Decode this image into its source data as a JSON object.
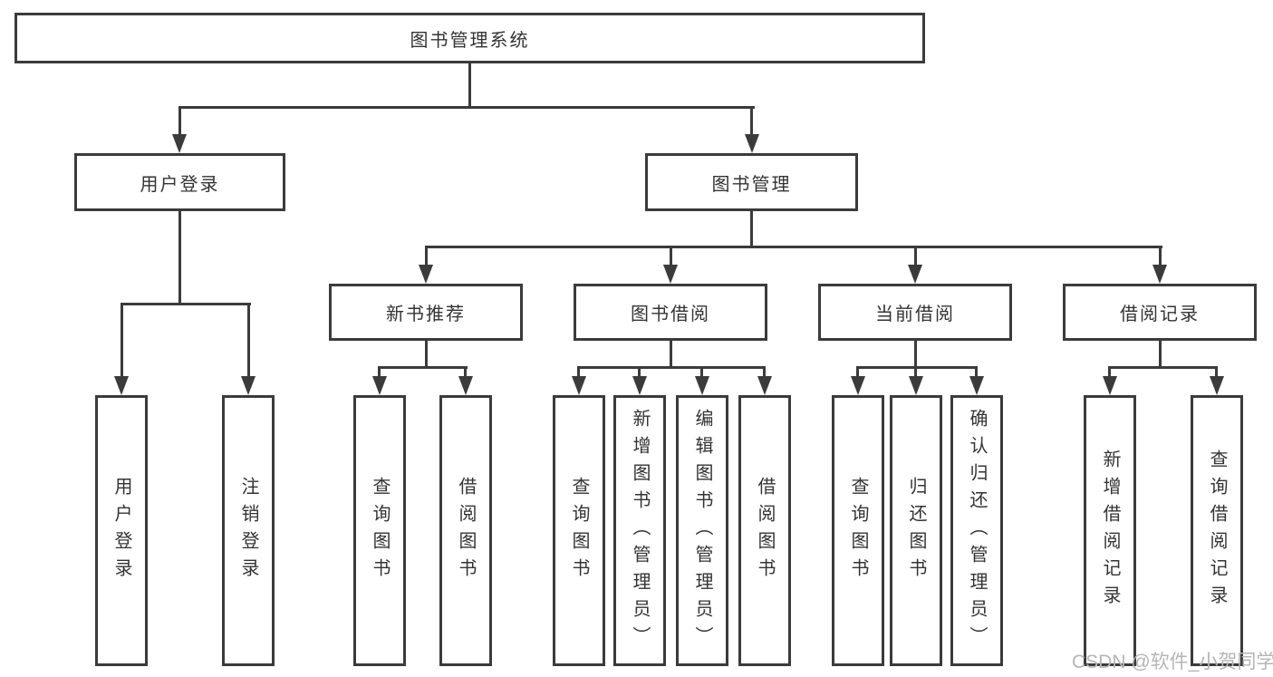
{
  "diagram": {
    "type": "tree-diagram",
    "title": "图书管理系统",
    "root": {
      "label": "图书管理系统"
    },
    "branches": [
      {
        "label": "用户登录",
        "children": [
          {
            "label": "用户登录"
          },
          {
            "label": "注销登录"
          }
        ]
      },
      {
        "label": "图书管理",
        "children": [
          {
            "label": "新书推荐",
            "children": [
              {
                "label": "查询图书"
              },
              {
                "label": "借阅图书"
              }
            ]
          },
          {
            "label": "图书借阅",
            "children": [
              {
                "label": "查询图书"
              },
              {
                "label": "新增图书（管理员）"
              },
              {
                "label": "编辑图书（管理员）"
              },
              {
                "label": "借阅图书"
              }
            ]
          },
          {
            "label": "当前借阅",
            "children": [
              {
                "label": "查询图书"
              },
              {
                "label": "归还图书"
              },
              {
                "label": "确认归还（管理员）"
              }
            ]
          },
          {
            "label": "借阅记录",
            "children": [
              {
                "label": "新增借阅记录"
              },
              {
                "label": "查询借阅记录"
              }
            ]
          }
        ]
      }
    ]
  },
  "watermark": {
    "text": "CSDN @软件_小贺同学"
  },
  "colors": {
    "line": "#3b3b3b",
    "box_background": "#ffffff",
    "text": "#333333",
    "watermark": "#b5b5b5"
  }
}
